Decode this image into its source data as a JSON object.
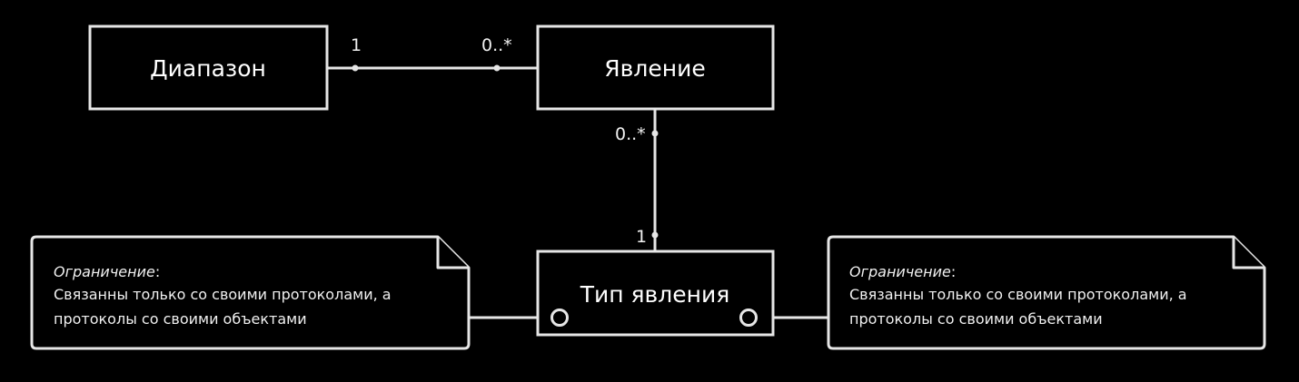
{
  "classes": {
    "range": "Диапазон",
    "phenomenon": "Явление",
    "phenomenon_type": "Тип явления"
  },
  "associations": {
    "range_phenomenon": {
      "range_end": "1",
      "phenomenon_end": "0..*"
    },
    "phenomenon_type": {
      "phenomenon_end": "0..*",
      "type_end": "1"
    }
  },
  "notes": [
    {
      "title": "Ограничение",
      "title_suffix": ":",
      "line1": "Связанны только со своими протоколами, а",
      "line2": "протоколы со своими объектами"
    },
    {
      "title": "Ограничение",
      "title_suffix": ":",
      "line1": "Связанны только со своими протоколами, а",
      "line2": "протоколы со своими объектами"
    }
  ],
  "colors": {
    "background": "#000000",
    "stroke": "#e6e6e6",
    "text": "#ffffff"
  }
}
